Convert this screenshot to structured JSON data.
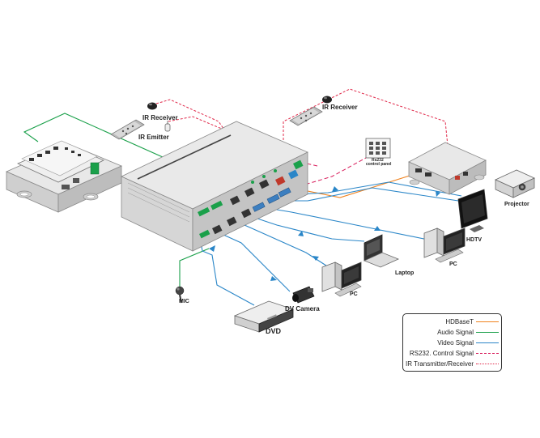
{
  "labels": {
    "ir_receiver_left": "IR Receiver",
    "ir_emitter": "IR Emitter",
    "ir_receiver_right": "IR Receiver",
    "rs232_panel_line1": "Rs232",
    "rs232_panel_line2": "control panel",
    "projector": "Projector",
    "hdtv": "HDTV",
    "pc_right": "PC",
    "laptop": "Laptop",
    "pc_center": "PC",
    "dv_camera": "DV Camera",
    "mic": "MIC",
    "dvd": "DVD"
  },
  "legend": {
    "items": [
      {
        "label": "HDBaseT",
        "color": "#f0821e",
        "style": "solid"
      },
      {
        "label": "Audio Signal",
        "color": "#1aa04a",
        "style": "solid"
      },
      {
        "label": "Video Signal",
        "color": "#2a86c8",
        "style": "solid"
      },
      {
        "label": "RS232. Control Signal",
        "color": "#d81b5a",
        "style": "dashed"
      },
      {
        "label": "IR Transmitter/Receiver",
        "color": "#e0294a",
        "style": "dotted"
      }
    ]
  },
  "colors": {
    "hdbaset": "#f0821e",
    "audio": "#1aa04a",
    "video": "#2a86c8",
    "rs232": "#d81b5a",
    "ir": "#e0294a",
    "device_body": "#dcdcdc",
    "device_dark": "#555555"
  }
}
